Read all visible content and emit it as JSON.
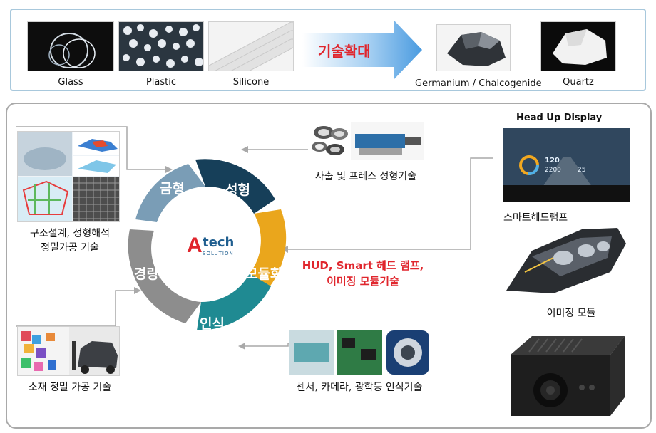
{
  "materials": [
    {
      "name": "Glass"
    },
    {
      "name": "Plastic"
    },
    {
      "name": "Silicone"
    },
    {
      "name": "Germanium / Chalcogenide"
    },
    {
      "name": "Quartz"
    }
  ],
  "expansion_label": "기술확대",
  "cycle": {
    "segments": [
      {
        "label": "금형",
        "color": "#7a9db6"
      },
      {
        "label": "성형",
        "color": "#163f59"
      },
      {
        "label": "모듈화",
        "color": "#eaa61c"
      },
      {
        "label": "인식",
        "color": "#1f8a92"
      },
      {
        "label": "경량화",
        "color": "#8d8d8d"
      }
    ],
    "logo": {
      "letter": "A",
      "text": "tech",
      "sub": "SOLUTION"
    }
  },
  "captions": {
    "design": [
      "구조설계, 성형해석",
      "정밀가공 기술"
    ],
    "material": "소재 정밀 가공 기술",
    "injection": "사출 및 프레스 성형기술",
    "sensor": "센서, 카메라, 광학등 인식기술",
    "hud_module": [
      "HUD, Smart 헤드 램프,",
      "이미징 모듈기술"
    ]
  },
  "products": {
    "hud_title": "Head Up Display",
    "headlamp": "스마트헤드램프",
    "imaging": "이미징 모듈",
    "hud_readouts": [
      "120",
      "2200",
      "25"
    ]
  }
}
